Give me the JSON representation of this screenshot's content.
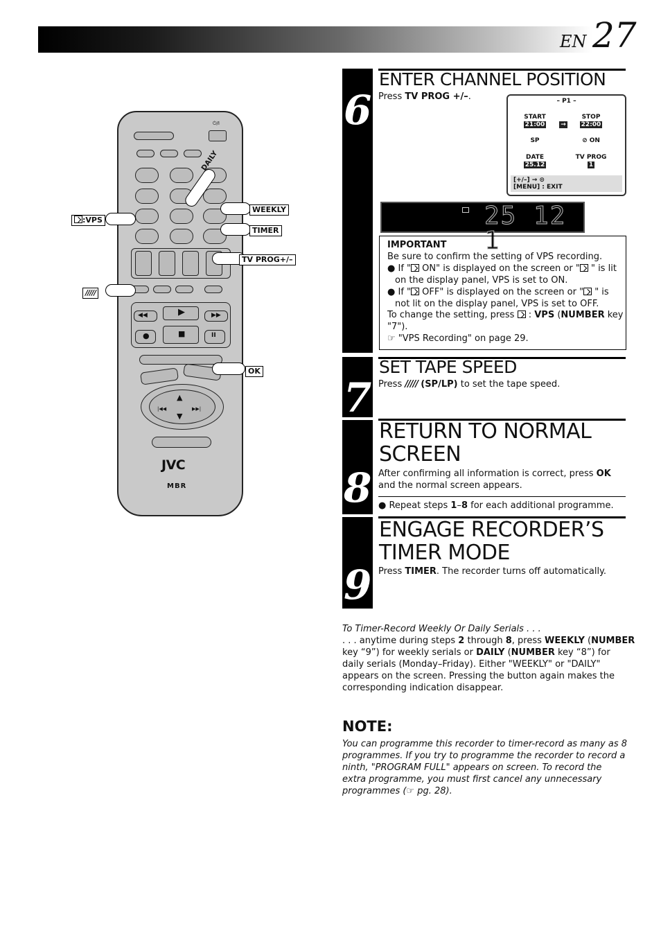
{
  "header": {
    "lang": "EN",
    "page_number": "27"
  },
  "remote": {
    "brand": "JVC",
    "sublogo": "MBR",
    "daily": "DAILY",
    "callouts": {
      "vps": ":VPS",
      "weekly": "WEEKLY",
      "timer": "TIMER",
      "tv_prog": "TV PROG+/–",
      "sp_lp": "",
      "ok": "OK"
    }
  },
  "step6": {
    "number": "6",
    "title": "ENTER CHANNEL POSITION",
    "text_pre": "Press ",
    "text_bold": "TV PROG +/–",
    "text_post": ".",
    "osd": {
      "program": "– P1 –",
      "start_label": "START",
      "start_value": "21:00",
      "stop_label": "STOP",
      "stop_value": "22:00",
      "speed": "SP",
      "vps_state": "ON",
      "date_label": "DATE",
      "date_value": "25.12",
      "tvprog_label": "TV PROG",
      "tvprog_value": "1",
      "foot1": "[+/–] →",
      "foot2": "[MENU] : EXIT"
    },
    "panel_digits": "25 12  1",
    "important": {
      "title": "IMPORTANT",
      "line1": "Be sure to confirm the setting of VPS recording.",
      "b1_pre": "If \"",
      "b1_mid": " ON\" is displayed on the screen or \"",
      "b1_post": " \" is lit",
      "b1_cont": "on the display panel, VPS is set to ON.",
      "b2_pre": "If \"",
      "b2_mid": " OFF\" is displayed on the screen or \"",
      "b2_post": " \" is",
      "b2_cont": "not lit on the display panel, VPS is set to OFF.",
      "change_pre": "To change the setting, press ",
      "change_mid": " : ",
      "change_vps": "VPS",
      "change_paren": " (",
      "change_number": "NUMBER",
      "change_key": " key",
      "change_line2": "\"7\").",
      "ref": "\"VPS Recording\" on page 29."
    }
  },
  "step7": {
    "number": "7",
    "title": "SET TAPE SPEED",
    "text_pre": "Press ",
    "text_bold": "(SP/LP)",
    "text_post": " to set the tape speed."
  },
  "step8": {
    "number": "8",
    "title_line1": "RETURN TO NORMAL",
    "title_line2": "SCREEN",
    "text_pre": "After confirming all information is correct, press ",
    "text_bold": "OK",
    "text_line2": "and the normal screen appears.",
    "repeat_pre": "Repeat steps ",
    "repeat_b1": "1",
    "repeat_dash": "–",
    "repeat_b2": "8",
    "repeat_post": " for each additional programme."
  },
  "step9": {
    "number": "9",
    "title_line1": "ENGAGE RECORDER’S",
    "title_line2": "TIMER MODE",
    "text_pre": "Press ",
    "text_bold": "TIMER",
    "text_post": ". The recorder turns off automatically."
  },
  "serials": {
    "heading": "To Timer-Record Weekly Or Daily Serials . . .",
    "l1_a": ". . . anytime during steps ",
    "l1_b": "2",
    "l1_c": " through ",
    "l1_d": "8",
    "l1_e": ", press ",
    "l1_f": "WEEKLY",
    "l1_g": " (",
    "l1_h": "NUMBER",
    "l2_a": "key “9”) for weekly serials or ",
    "l2_b": "DAILY",
    "l2_c": " (",
    "l2_d": "NUMBER",
    "l2_e": " key “8”) for",
    "l3": "daily serials (Monday–Friday). Either \"WEEKLY\" or \"DAILY\"",
    "l4": "appears on the screen. Pressing the button again makes the",
    "l5": "corresponding indication disappear."
  },
  "note": {
    "heading": "NOTE:",
    "l1": "You can programme this recorder to timer-record as many as 8",
    "l2": "programmes. If you try to programme the recorder to record a",
    "l3": "ninth, \"PROGRAM FULL\" appears on screen. To record the",
    "l4": "extra programme, you must first cancel any unnecessary",
    "l5": "programmes (☞ pg. 28)."
  }
}
